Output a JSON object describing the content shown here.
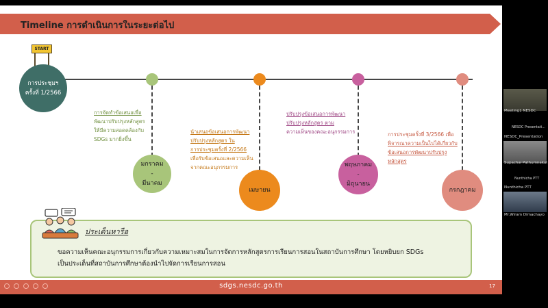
{
  "slide": {
    "title": "Timeline การดำเนินการในระยะต่อไป",
    "start_sign": "START",
    "start_circle": {
      "line1": "การประชุมฯ",
      "line2": "ครั้งที่ 1/2566"
    },
    "months": [
      {
        "line1": "มกราคม",
        "line2": "-",
        "line3": "มีนาคม",
        "color": "#a8c57a"
      },
      {
        "line1": "เมษายน",
        "color": "#ec8a1d"
      },
      {
        "line1": "พฤษภาคม",
        "line2": "-",
        "line3": "มิถุนายน",
        "color": "#c8609e"
      },
      {
        "line1": "กรกฎาคม",
        "color": "#e08c7f"
      }
    ],
    "notes": [
      {
        "lines": [
          "การจัดทำข้อเสนอเพื่อ",
          "พัฒนาปรับปรุงหลักสูตร",
          "ให้มีความสอดคล้องกับ",
          "SDGs มากยิ่งขึ้น"
        ],
        "color": "#6f8f3e"
      },
      {
        "lines": [
          "นำเสนอข้อเสนอการพัฒนา",
          "ปรับปรุงหลักสูตร ใน",
          "การประชุมครั้งที่ 2/2566",
          "เพื่อรับข้อเสนอและความเห็น",
          "จากคณะอนุกรรมการ"
        ],
        "color": "#c47716"
      },
      {
        "lines": [
          "ปรับปรุงข้อเสนอการพัฒนา",
          "ปรับปรุงหลักสูตร ตาม",
          "ความเห็นของคณะอนุกรรมการ"
        ],
        "color": "#a04a86"
      },
      {
        "lines": [
          "การประชุมครั้งที่ 3/2566 เพื่อ",
          "พิจารณาความเป็นไปได้เกี่ยวกับ",
          "ข้อเสนอการพัฒนาปรับปรุง",
          "หลักสูตร"
        ],
        "color": "#c5573f"
      }
    ],
    "issue": {
      "heading": "ประเด็นหารือ",
      "line1": "ขอความเห็นคณะอนุกรรมการเกี่ยวกับความเหมาะสมในการจัดการหลักสูตรการเรียนการสอนในสถาบันการศึกษา โดยหยิบยก SDGs",
      "line2": "เป็นประเด็นที่สถาบันการศึกษาต้องนำไปจัดการเรียนการสอน"
    },
    "footer_url": "sdgs.nesdc.go.th",
    "page_number": "17"
  },
  "participants": [
    {
      "label": "Meeting1 NESDC"
    },
    {
      "label": "NESDC Presentati..."
    },
    {
      "label": "NESDC_Presentation"
    },
    {
      "label": "Supachai Pathumnakul"
    },
    {
      "label": "Nunthicha PTT"
    },
    {
      "label": "Nunthicha PTT"
    },
    {
      "label": "Mr.Wiram Dimachayo"
    }
  ],
  "colors": {
    "accent": "#d25f4b",
    "start": "#3f6e67",
    "issue_border": "#a8c57a",
    "issue_fill": "#eef3e2"
  }
}
